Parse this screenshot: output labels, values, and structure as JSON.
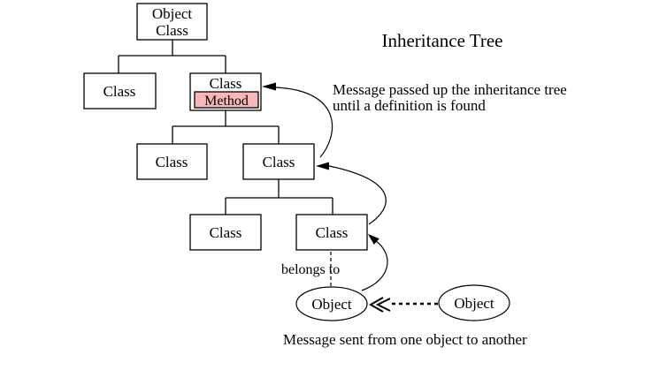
{
  "title": "Inheritance Tree",
  "diagram": {
    "root": {
      "line1": "Object",
      "line2": "Class"
    },
    "level2": {
      "left": "Class",
      "right": "Class",
      "method": "Method"
    },
    "level3": {
      "left": "Class",
      "right": "Class"
    },
    "level4": {
      "left": "Class",
      "right": "Class"
    },
    "objects": {
      "left": "Object",
      "right": "Object"
    }
  },
  "annotations": {
    "passed_up_line1": "Message passed up the inheritance tree",
    "passed_up_line2": "until a definition is found",
    "belongs_to": "belongs to",
    "message_sent": "Message sent from one object to another"
  },
  "colors": {
    "method_highlight": "#f9b7b7",
    "stroke": "#000000",
    "background": "#ffffff"
  }
}
